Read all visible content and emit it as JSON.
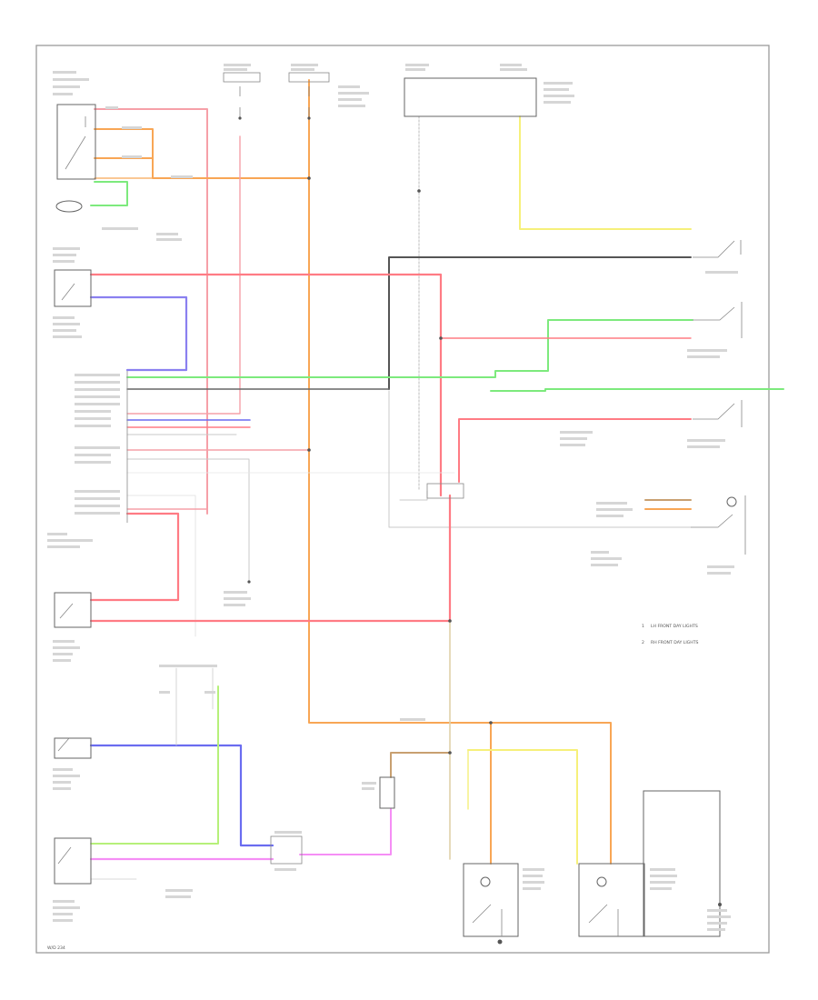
{
  "colors": {
    "pink": "#f6a0a8",
    "red": "#ff7b84",
    "orange": "#f8a655",
    "green": "#7dea7d",
    "lime": "#b6f07a",
    "blue": "#6a6cf0",
    "violet": "#a898f0",
    "magenta": "#f58ef5",
    "yellow": "#f6f07a",
    "black": "#444444",
    "gray": "#b8b8b8",
    "tan": "#d6b888",
    "brown": "#c8a070"
  },
  "footer_code": "W/D 234",
  "legend": [
    {
      "num": "1",
      "text": "LH FRONT DAY LIGHTS"
    },
    {
      "num": "2",
      "text": "RH FRONT DAY LIGHTS"
    }
  ]
}
